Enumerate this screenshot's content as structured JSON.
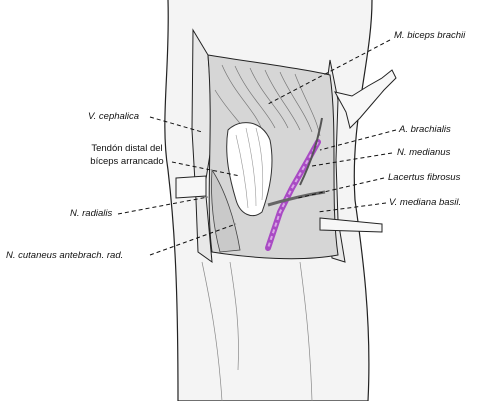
{
  "colors": {
    "ink": "#1a1a1a",
    "skin": "#f2f2f2",
    "wound": "#d9d9d9",
    "nerve": "#a94bc4",
    "nerve_light": "#d9a6e6"
  },
  "labels": {
    "biceps_brachii": "M. biceps brachii",
    "v_cephalica": "V. cephalica",
    "a_brachialis": "A. brachialis",
    "tendon_line1": "Tendón distal del",
    "tendon_line2": "bíceps arrancado",
    "n_medianus": "N. medianus",
    "lacertus": "Lacertus fibrosus",
    "n_radialis": "N. radialis",
    "v_mediana": "V. mediana basil.",
    "n_cutaneus": "N. cutaneus antebrach. rad."
  }
}
